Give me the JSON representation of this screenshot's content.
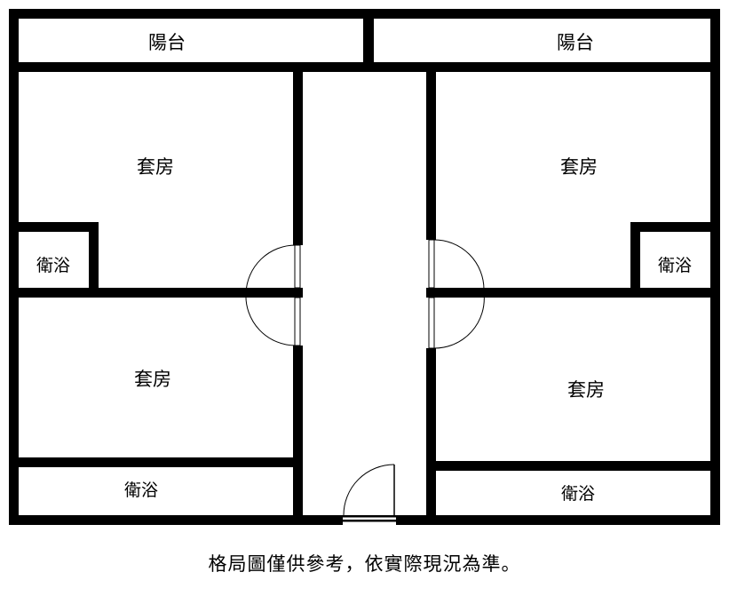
{
  "rooms": {
    "balcony_left": "陽台",
    "balcony_right": "陽台",
    "suite_top_left": "套房",
    "suite_top_right": "套房",
    "suite_bottom_left": "套房",
    "suite_bottom_right": "套房",
    "bath_top_left": "衛浴",
    "bath_top_right": "衛浴",
    "bath_bottom_left": "衛浴",
    "bath_bottom_right": "衛浴"
  },
  "caption": "格局圖僅供參考，依實際現況為準。",
  "colors": {
    "wall": "#000000",
    "floor": "#ffffff"
  }
}
